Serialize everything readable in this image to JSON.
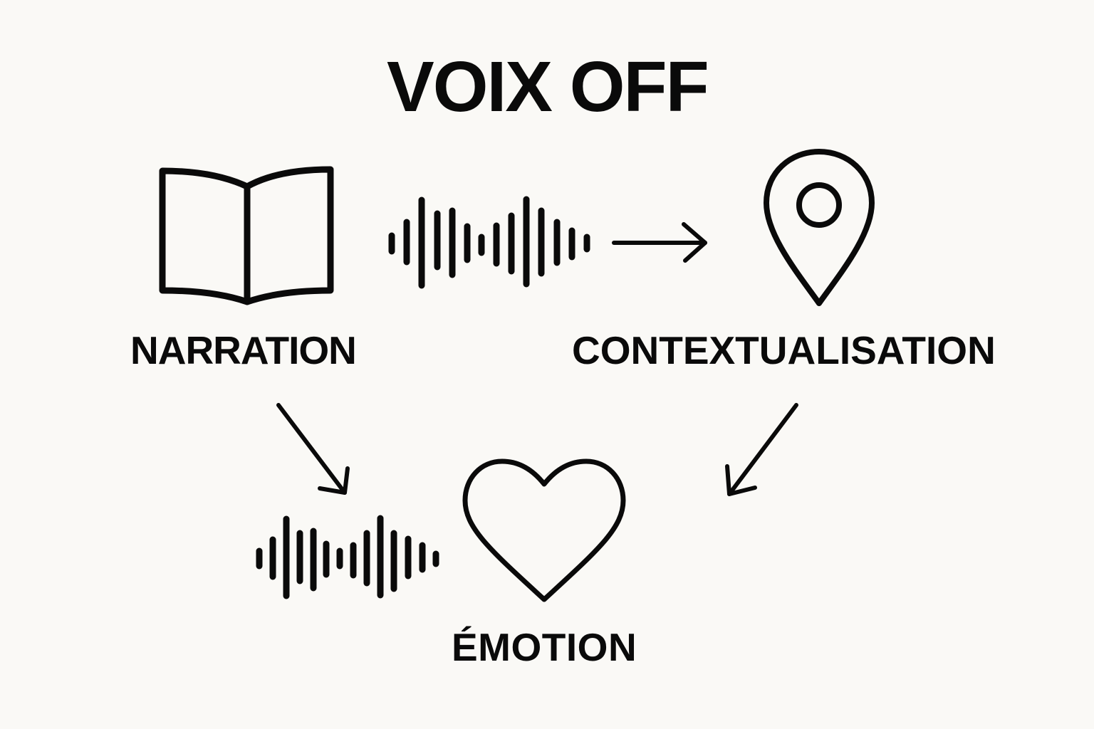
{
  "diagram": {
    "title": "VOIX OFF",
    "background_color": "#FAF9F6",
    "ink_color": "#0A0A0A",
    "nodes": [
      {
        "id": "narration",
        "label": "NARRATION",
        "icon": "open-book-icon"
      },
      {
        "id": "contextualisation",
        "label": "CONTEXTUALISATION",
        "icon": "map-pin-icon"
      },
      {
        "id": "emotion",
        "label": "ÉMOTION",
        "icon": "heart-icon"
      }
    ],
    "connectors": [
      {
        "from": "narration",
        "to": "contextualisation",
        "style": "sound-wave-then-arrow",
        "icon": "sound-wave-icon"
      },
      {
        "from": "narration",
        "to": "emotion",
        "style": "diagonal-arrow",
        "icon": "arrow-down-right-icon"
      },
      {
        "from": "contextualisation",
        "to": "emotion",
        "style": "diagonal-arrow",
        "icon": "arrow-down-left-icon"
      },
      {
        "to": "emotion",
        "style": "sound-wave",
        "icon": "sound-wave-icon"
      }
    ],
    "waveform_top_bars": [
      [
        550,
        331,
        353
      ],
      [
        571,
        312,
        368
      ],
      [
        592,
        281,
        401
      ],
      [
        614,
        300,
        375
      ],
      [
        635,
        296,
        386
      ],
      [
        656,
        318,
        365
      ],
      [
        676,
        333,
        355
      ],
      [
        697,
        317,
        370
      ],
      [
        718,
        303,
        381
      ],
      [
        739,
        280,
        399
      ],
      [
        760,
        296,
        384
      ],
      [
        782,
        312,
        369
      ],
      [
        803,
        324,
        361
      ],
      [
        824,
        333,
        350
      ]
    ],
    "waveform_bottom_bars": [
      [
        364,
        774,
        795
      ],
      [
        383,
        758,
        810
      ],
      [
        402,
        729,
        837
      ],
      [
        421,
        749,
        816
      ],
      [
        440,
        746,
        826
      ],
      [
        458,
        764,
        807
      ],
      [
        477,
        774,
        795
      ],
      [
        496,
        766,
        808
      ],
      [
        515,
        749,
        819
      ],
      [
        534,
        728,
        836
      ],
      [
        553,
        749,
        827
      ],
      [
        573,
        757,
        809
      ],
      [
        593,
        766,
        800
      ],
      [
        612,
        778,
        792
      ]
    ]
  }
}
